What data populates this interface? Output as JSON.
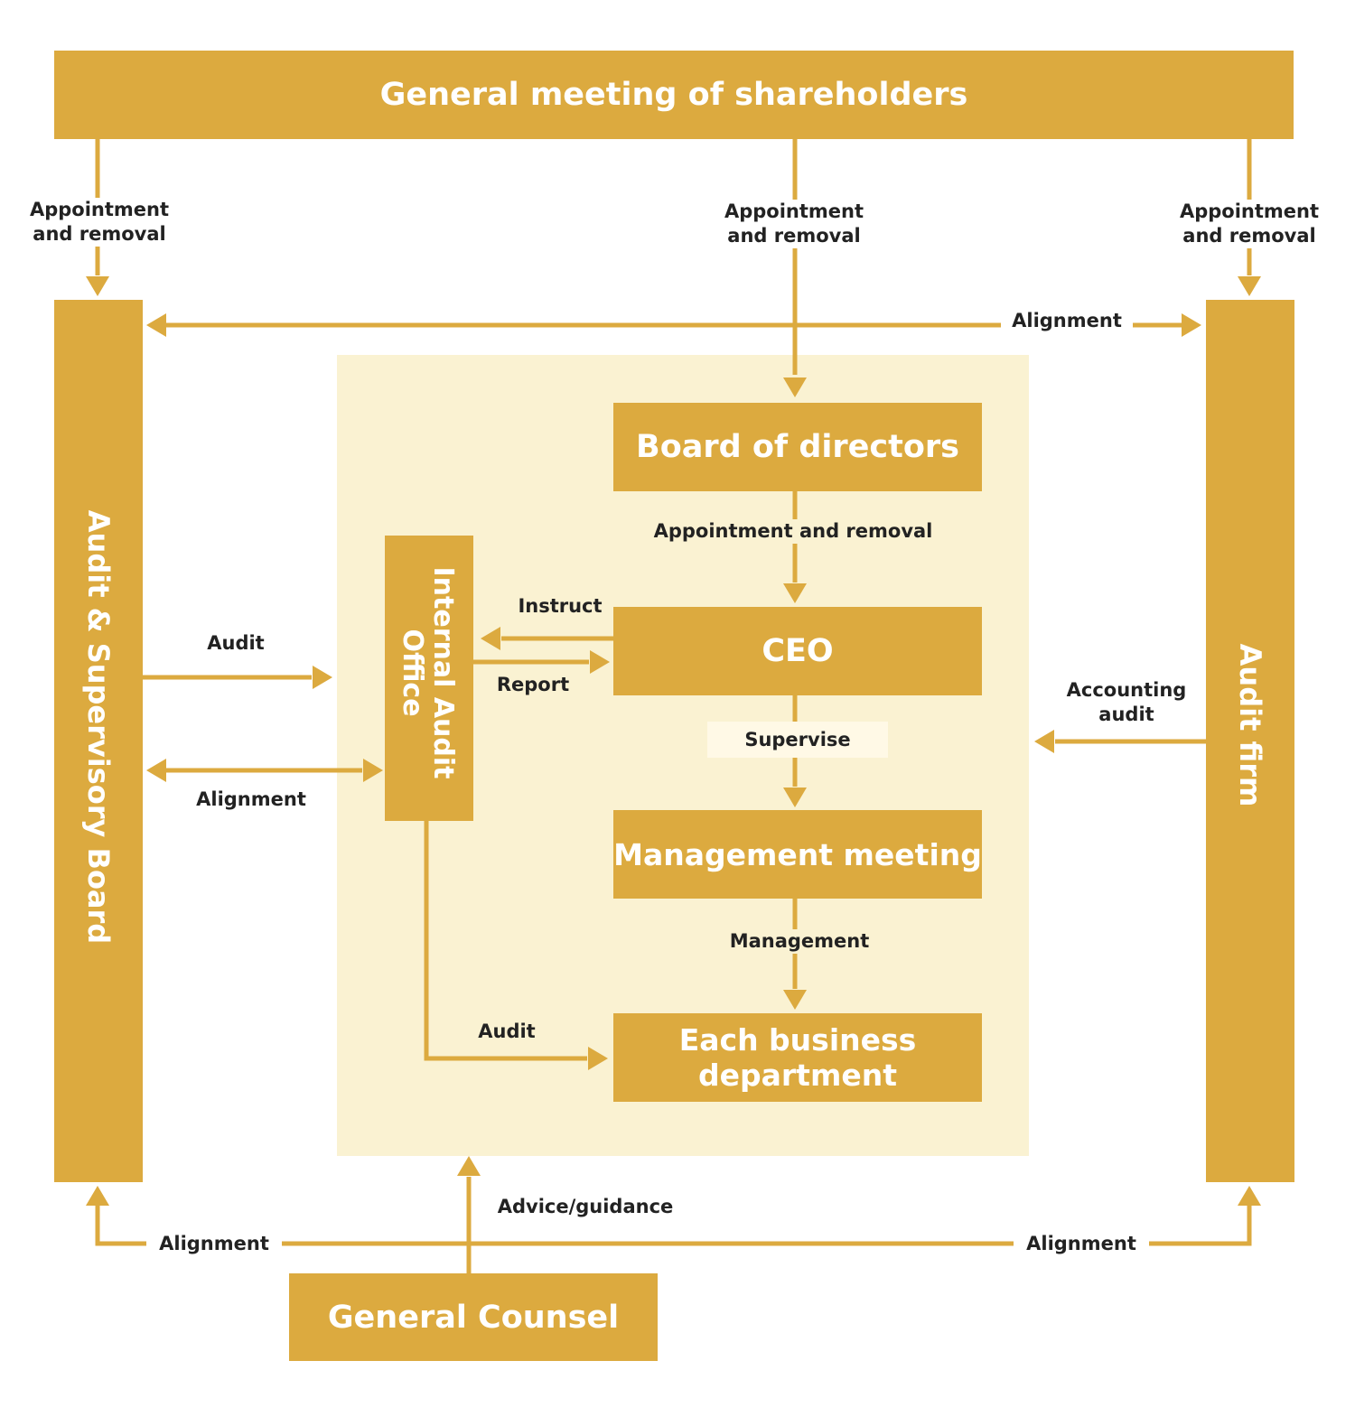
{
  "nodes": {
    "shareholders": "General meeting of shareholders",
    "audit_board": "Audit & Supervisory Board",
    "audit_firm": "Audit firm",
    "board": "Board of directors",
    "ceo": "CEO",
    "internal_audit_line1": "Internal Audit",
    "internal_audit_line2": "Office",
    "management_meeting": "Management meeting",
    "business_line1": "Each business",
    "business_line2": "department",
    "counsel": "General Counsel"
  },
  "edges": {
    "appoint_left_1": "Appointment",
    "appoint_left_2": "and removal",
    "appoint_center_1": "Appointment",
    "appoint_center_2": "and removal",
    "appoint_right_1": "Appointment",
    "appoint_right_2": "and removal",
    "alignment_top": "Alignment",
    "board_to_ceo": "Appointment and removal",
    "instruct": "Instruct",
    "report": "Report",
    "audit_board_audit": "Audit",
    "alignment_internal": "Alignment",
    "supervise": "Supervise",
    "accounting_1": "Accounting",
    "accounting_2": "audit",
    "management": "Management",
    "audit_business": "Audit",
    "advice": "Advice/guidance",
    "alignment_bottom_left": "Alignment",
    "alignment_bottom_right": "Alignment"
  },
  "colors": {
    "box": "#DCAA3F",
    "inner_panel": "#FAF2D2",
    "arrow": "#DCAA3F",
    "label_text": "#222222",
    "box_text": "#FFFFFF"
  }
}
